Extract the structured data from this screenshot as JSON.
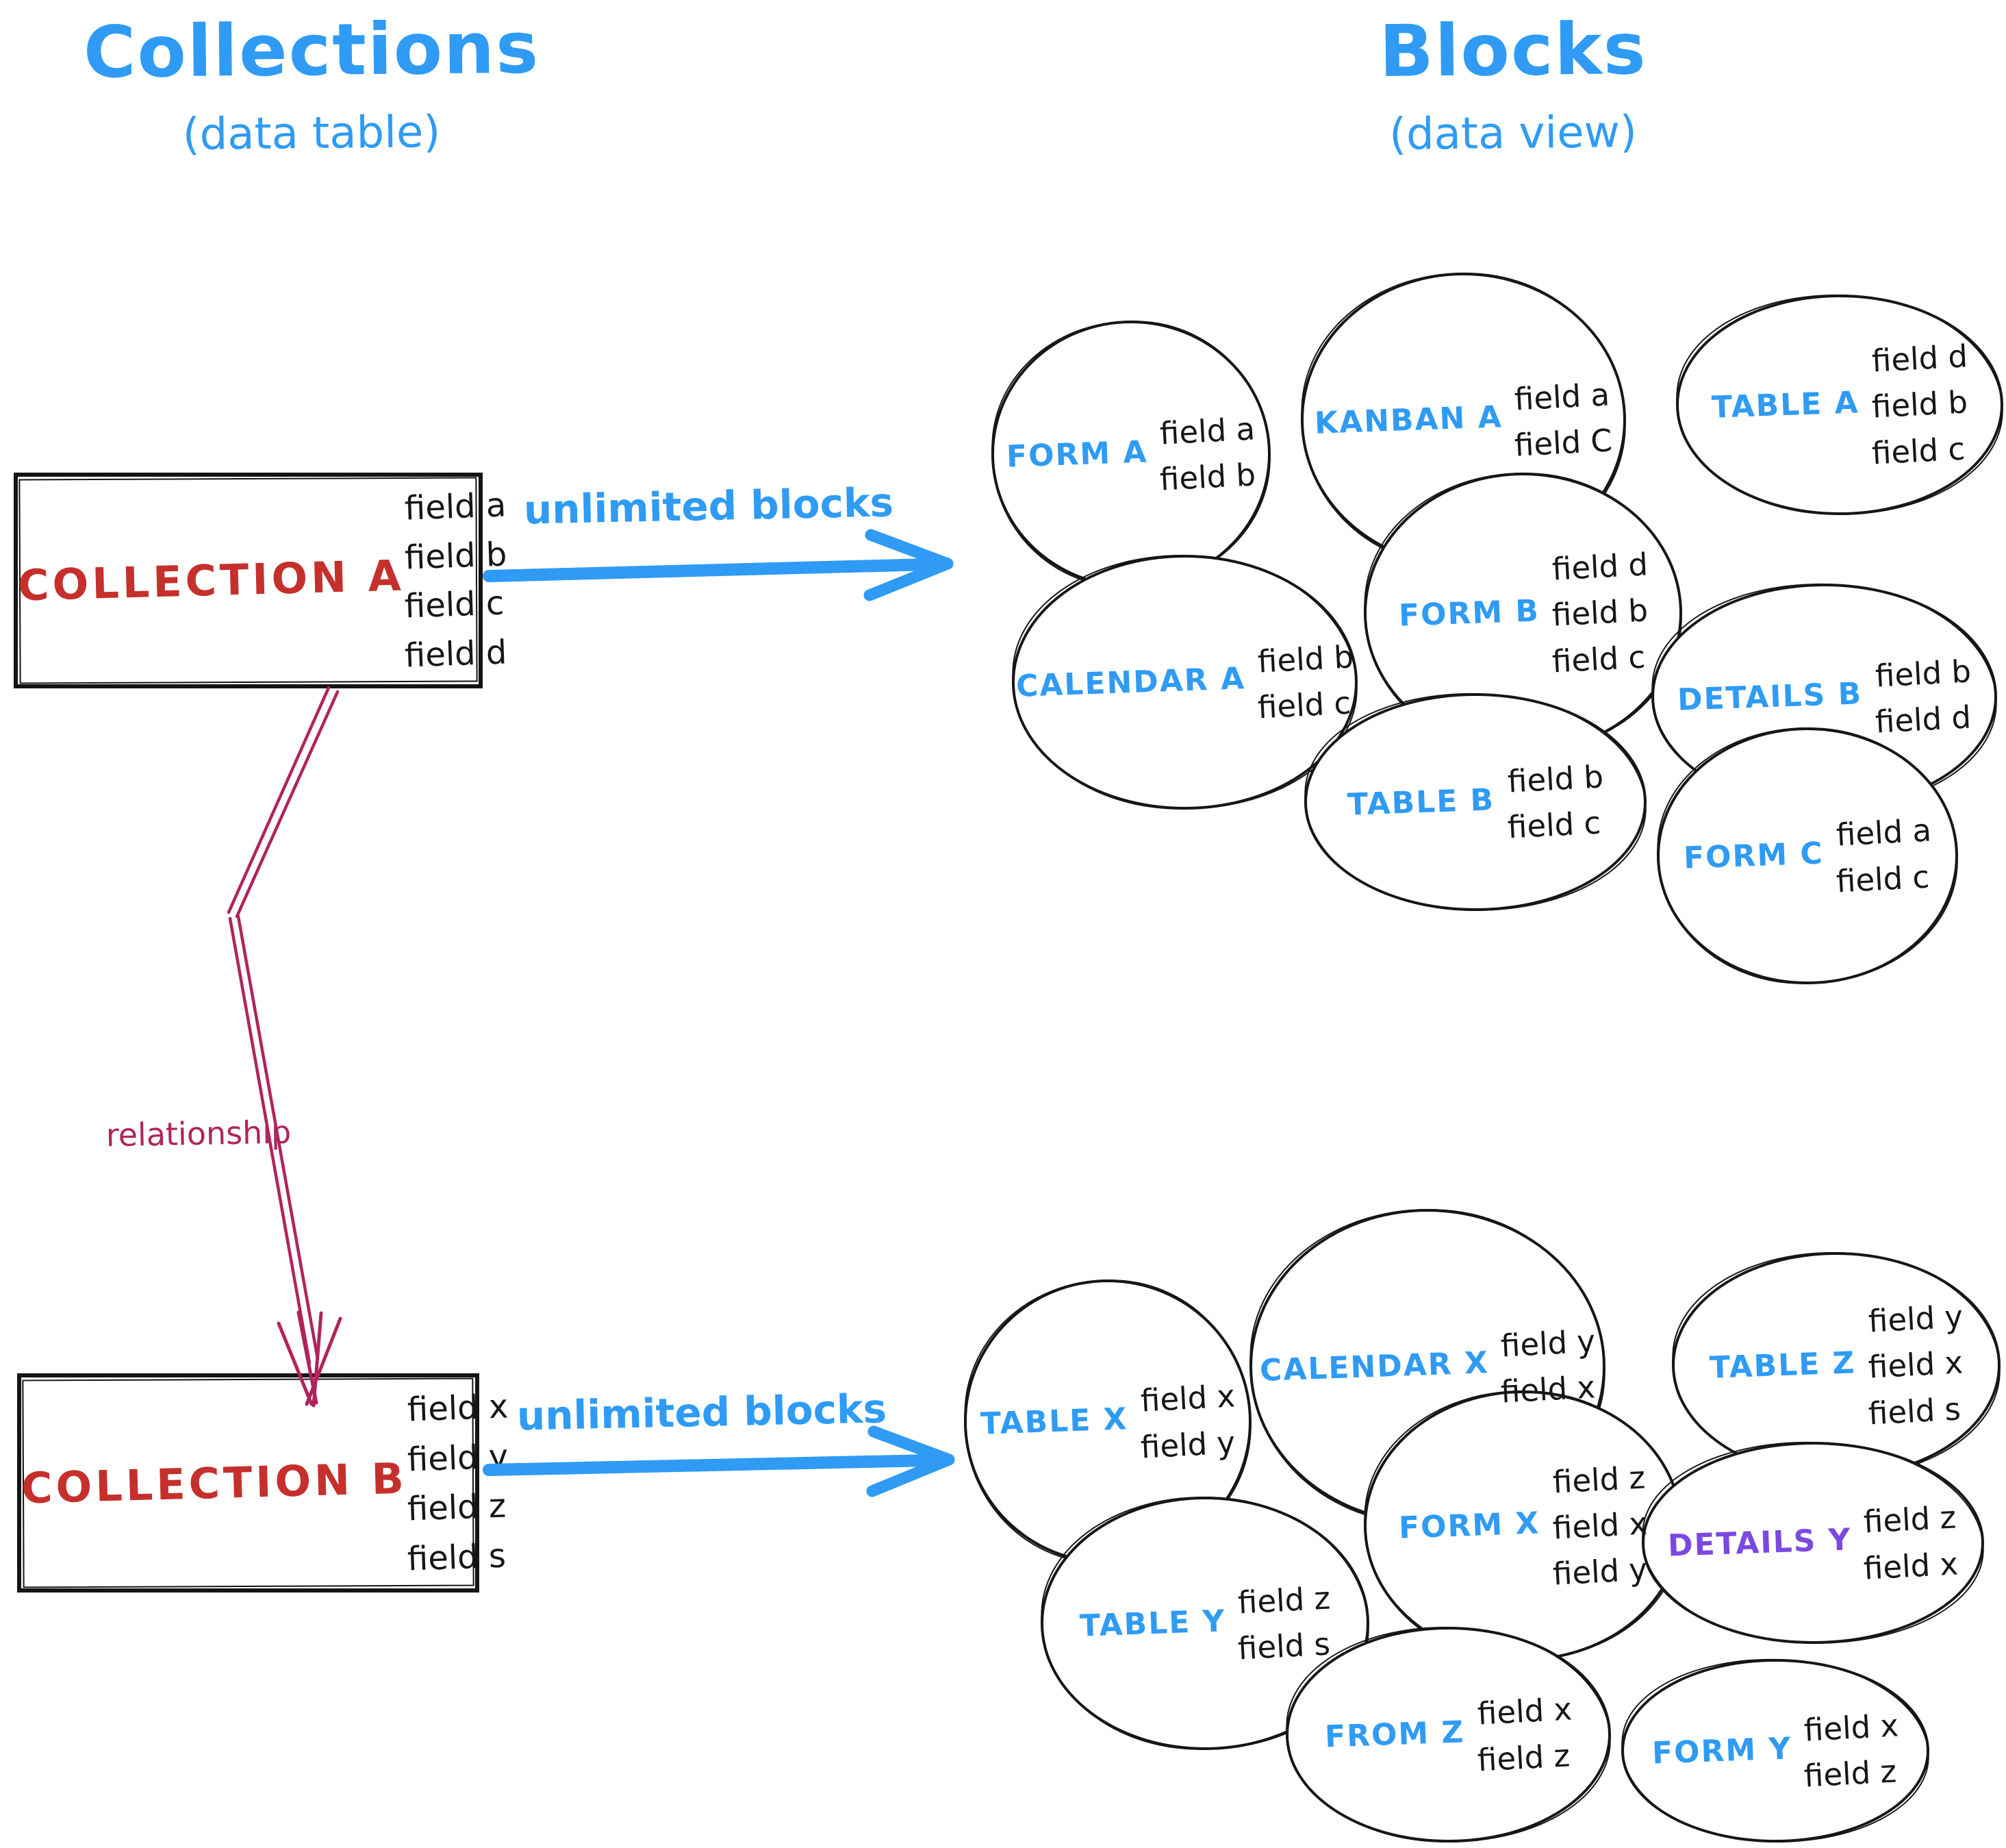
{
  "palette": {
    "accent_blue": "#2f9bf4",
    "collection_red": "#c5302c",
    "relationship_crimson": "#b0245a",
    "details_purple": "#7b49e0",
    "ink_black": "#161616",
    "background": "#ffffff"
  },
  "headers": {
    "left_title": "Collections",
    "left_subtitle": "(data table)",
    "right_title": "Blocks",
    "right_subtitle": "(data view)"
  },
  "collections": [
    {
      "name": "COLLECTION A",
      "fields": [
        "field a",
        "field b",
        "field c",
        "field d"
      ],
      "arrow_label": "unlimited blocks"
    },
    {
      "name": "COLLECTION B",
      "fields": [
        "field x",
        "field y",
        "field z",
        "field s"
      ],
      "arrow_label": "unlimited blocks"
    }
  ],
  "relationship_label": "relationship",
  "blocks_a": [
    {
      "label": "FORM A",
      "fields": [
        "field a",
        "field b"
      ]
    },
    {
      "label": "KANBAN A",
      "fields": [
        "field a",
        "field C"
      ]
    },
    {
      "label": "TABLE A",
      "fields": [
        "field d",
        "field b",
        "field c"
      ]
    },
    {
      "label": "CALENDAR A",
      "fields": [
        "field b",
        "field c"
      ]
    },
    {
      "label": "FORM B",
      "fields": [
        "field d",
        "field b",
        "field c"
      ]
    },
    {
      "label": "DETAILS B",
      "fields": [
        "field b",
        "field d"
      ]
    },
    {
      "label": "TABLE B",
      "fields": [
        "field b",
        "field c"
      ]
    },
    {
      "label": "FORM C",
      "fields": [
        "field a",
        "field c"
      ]
    }
  ],
  "blocks_b": [
    {
      "label": "TABLE X",
      "fields": [
        "field x",
        "field y"
      ]
    },
    {
      "label": "CALENDAR X",
      "fields": [
        "field y",
        "field x"
      ]
    },
    {
      "label": "TABLE Z",
      "fields": [
        "field y",
        "field x",
        "field s"
      ]
    },
    {
      "label": "TABLE Y",
      "fields": [
        "field z",
        "field s"
      ]
    },
    {
      "label": "FORM X",
      "fields": [
        "field z",
        "field x",
        "field y"
      ]
    },
    {
      "label": "DETAILS Y",
      "fields": [
        "field z",
        "field x"
      ],
      "label_color": "#7b49e0"
    },
    {
      "label": "FROM Z",
      "fields": [
        "field x",
        "field z"
      ]
    },
    {
      "label": "FORM Y",
      "fields": [
        "field x",
        "field z"
      ]
    }
  ]
}
